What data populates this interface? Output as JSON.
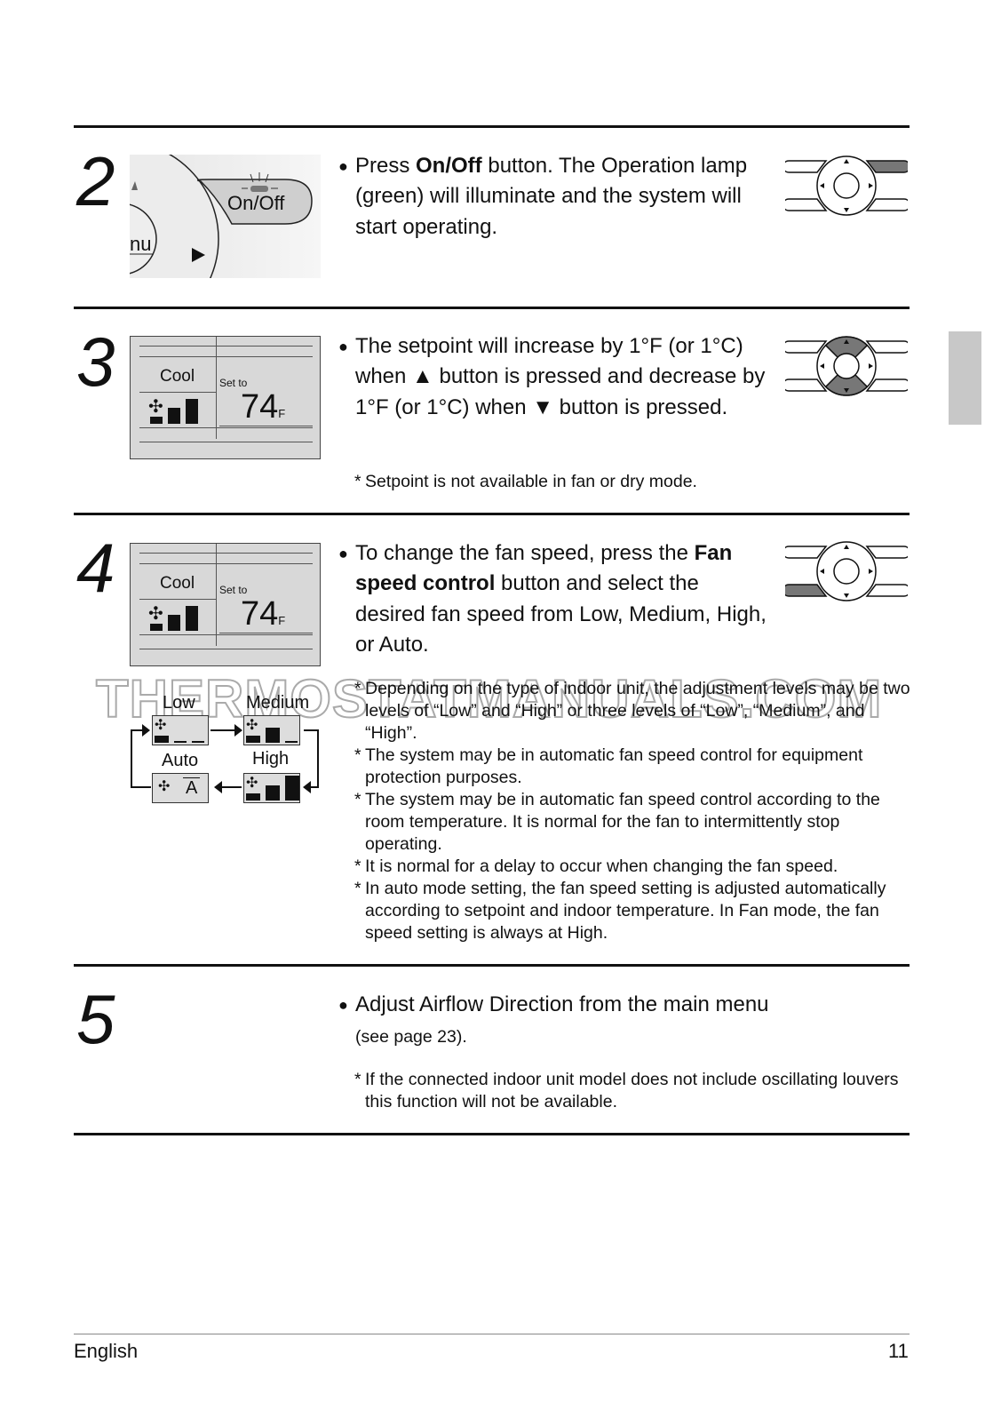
{
  "watermark": "THERMOSTATMANUALS.COM",
  "steps": [
    {
      "num": "2",
      "bullet_pre": "Press ",
      "bullet_bold": "On/Off",
      "bullet_post": " button. The Operation lamp (green) will illuminate and the system will start operating.",
      "image": {
        "button_label": "On/Off",
        "menu_fragment": "nu"
      }
    },
    {
      "num": "3",
      "bullet": "The setpoint will increase by 1°F (or 1°C) when ▲ button is pressed and decrease by 1°F (or 1°C) when ▼ button is pressed.",
      "notes": [
        "Setpoint is not available in fan or dry mode."
      ]
    },
    {
      "num": "4",
      "bullet_pre": "To change the fan speed, press the ",
      "bullet_bold": "Fan speed control",
      "bullet_post": " button and select the desired fan speed from Low, Medium, High, or Auto.",
      "notes": [
        "Depending on the type of indoor unit, the adjustment levels may be two levels of “Low” and “High” or three levels of “Low”, “Medium”, and “High”.",
        "The system may be in automatic fan speed control for equipment protection purposes.",
        "The system may be in automatic fan speed control according to the room temperature. It is normal for the fan to intermittently stop operating.",
        "It is normal for a delay to occur when changing the fan speed.",
        "In auto mode setting, the fan speed setting is adjusted automatically according to setpoint and indoor temperature. In Fan mode, the fan speed setting is always at High."
      ],
      "fan_speeds": {
        "low": "Low",
        "medium": "Medium",
        "high": "High",
        "auto": "Auto",
        "auto_symbol": "A"
      }
    },
    {
      "num": "5",
      "bullet": "Adjust Airflow Direction from the main menu",
      "sub": "(see page 23).",
      "notes": [
        "If the connected indoor unit model does not include oscillating louvers this function will not be available."
      ]
    }
  ],
  "lcd": {
    "mode": "Cool",
    "set_to": "Set to",
    "temp": "74",
    "unit": "F"
  },
  "footer": {
    "language": "English",
    "page": "11"
  }
}
